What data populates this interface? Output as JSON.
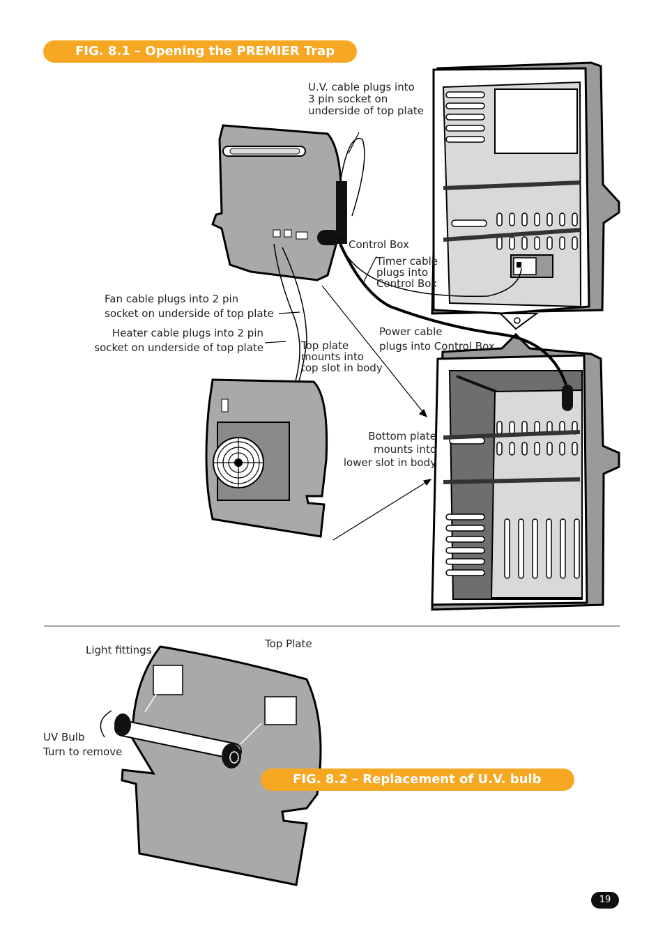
{
  "figures": {
    "fig_8_1": {
      "title": "FIG. 8.1 – Opening the PREMIER Trap",
      "labels": {
        "uv_cable": "U.V. cable plugs into\n3 pin socket on\nunderside of top plate",
        "control_box": "Control Box",
        "timer_cable": "Timer cable\nplugs into\nControl Box",
        "fan_cable": "Fan cable plugs into 2 pin\nsocket on underside of top plate",
        "heater_cable": "Heater cable plugs into 2 pin\nsocket on underside of top plate",
        "power_cable": "Power cable\nplugs into Control Box",
        "top_plate_mounts": "Top plate\nmounts into\ntop slot in body",
        "bottom_plate_mounts": "Bottom plate\nmounts into\nlower slot in body"
      }
    },
    "fig_8_2": {
      "title": "FIG. 8.2 – Replacement of U.V. bulb",
      "labels": {
        "light_fittings": "Light fittings",
        "top_plate": "Top Plate",
        "uv_bulb": "UV Bulb\nTurn to remove"
      }
    }
  },
  "page_number": "19",
  "colors": {
    "banner": "#f7a823",
    "plate_gray": "#a9a9a9",
    "body_light": "#d9d9d9",
    "body_dark": "#6e6e6e"
  }
}
